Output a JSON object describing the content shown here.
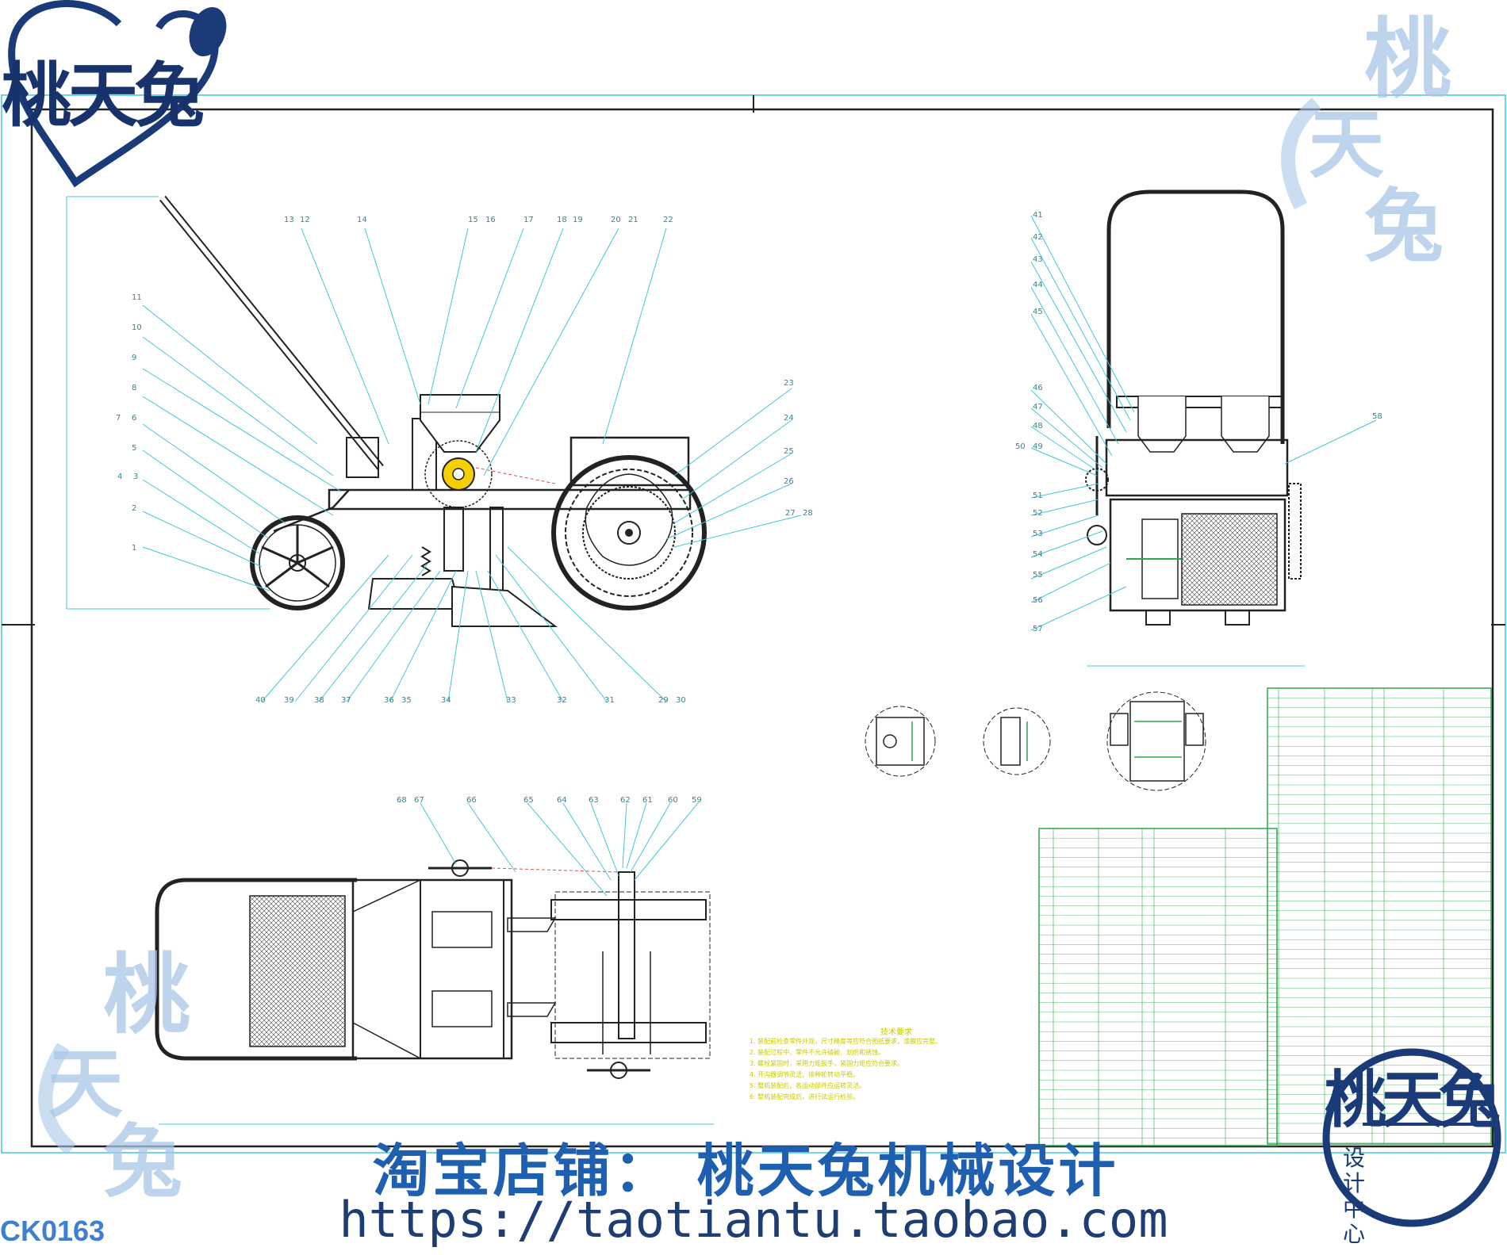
{
  "brand": {
    "logo_text": "桃天兔",
    "watermark_chars": [
      "桃",
      "天",
      "兔"
    ],
    "seal_main": "桃天兔",
    "seal_sub": "设计中心",
    "shop_line": "淘宝店铺：   桃天兔机械设计",
    "url": "https://taotiantu.taobao.com",
    "code": "CK0163",
    "colors": {
      "brand_blue": "#1f5fb0",
      "dark_blue": "#18336b",
      "light_blue": "#a9c6e6",
      "cad_cyan": "#40c8d8",
      "cad_green": "#2aa84a"
    }
  },
  "drawing": {
    "front_view_balloons": {
      "top": [
        "13",
        "12",
        "14",
        "15",
        "16",
        "17",
        "18",
        "19",
        "20",
        "21",
        "22"
      ],
      "left": [
        "11",
        "10",
        "9",
        "8",
        "7",
        "6",
        "5",
        "4",
        "3",
        "2",
        "1"
      ],
      "right": [
        "23",
        "24",
        "25",
        "26",
        "27",
        "28"
      ],
      "bottom": [
        "40",
        "39",
        "38",
        "37",
        "36",
        "35",
        "34",
        "33",
        "32",
        "31",
        "29",
        "30"
      ]
    },
    "side_view_balloons": {
      "left": [
        "41",
        "42",
        "43",
        "44",
        "45",
        "46",
        "47",
        "48",
        "50",
        "49",
        "51",
        "52",
        "53",
        "54",
        "55",
        "56",
        "57"
      ],
      "right": [
        "58"
      ]
    },
    "top_view_balloons": [
      "68",
      "67",
      "66",
      "65",
      "64",
      "63",
      "62",
      "61",
      "60",
      "59"
    ],
    "technical_requirements": {
      "title": "技术要求",
      "lines": [
        "1. 装配前检查零件外观，尺寸精度等应符合图纸要求，漆膜应完整。",
        "2. 装配过程中，零件不允许磕碰、划伤和锈蚀。",
        "3. 螺栓紧固时，采用力矩扳手，紧固力矩应符合要求。",
        "4. 开沟器调节灵活，排种轮转动平稳。",
        "5. 整机装配后，各运动部件应运转灵活。",
        "6. 整机装配完成后，进行试运行检验。"
      ]
    }
  }
}
